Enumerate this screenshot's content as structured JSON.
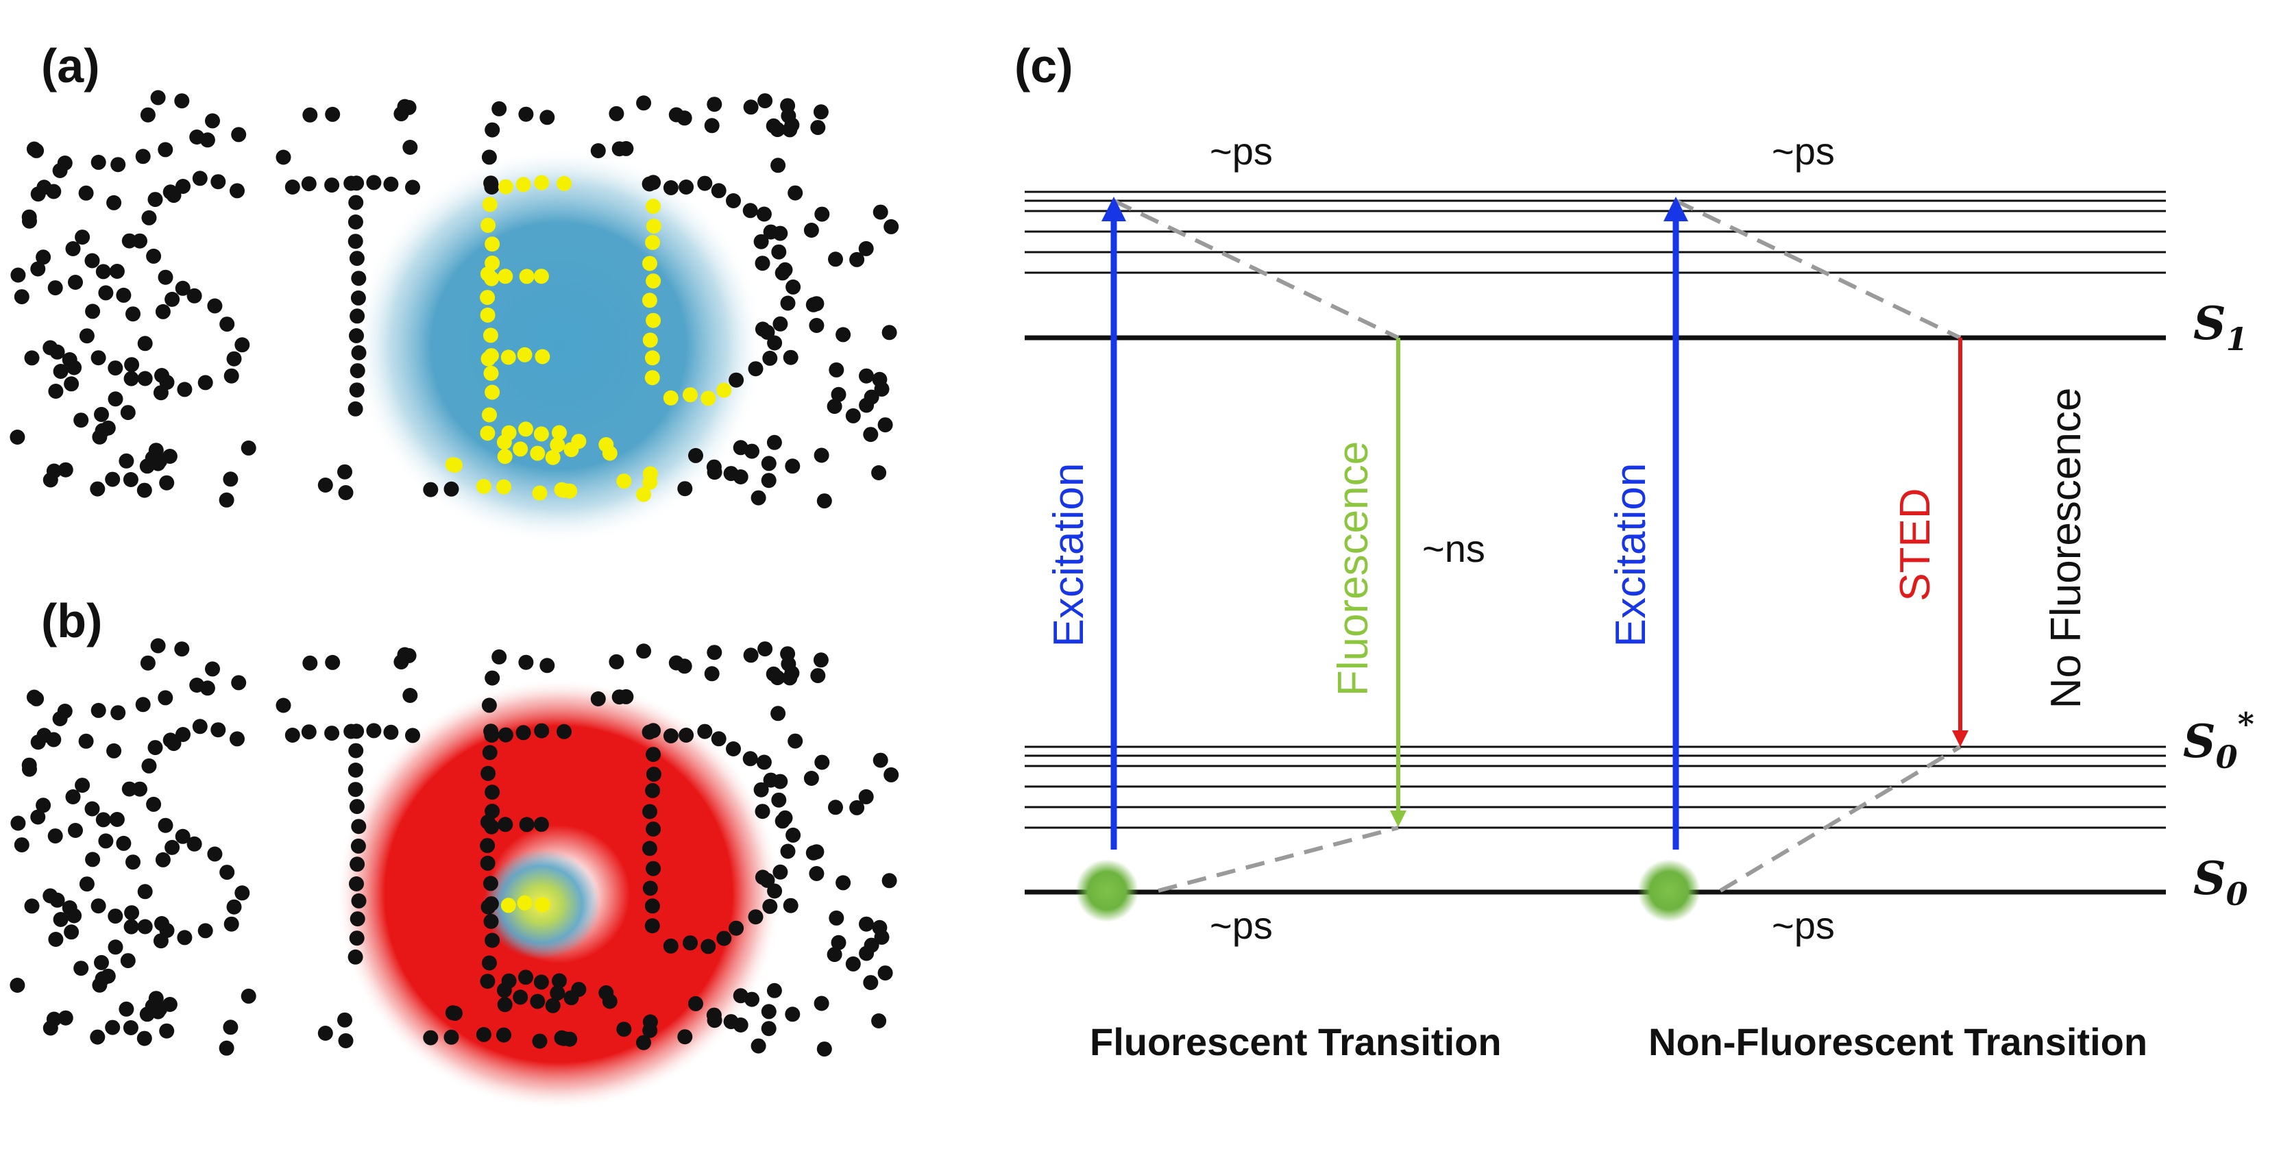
{
  "panel_labels": {
    "a": "(a)",
    "b": "(b)",
    "c": "(c)"
  },
  "time_labels": {
    "ps": "~ps",
    "ns": "~ns"
  },
  "transitions": {
    "excitation": "Excitation",
    "fluorescence": "Fluorescence",
    "sted": "STED",
    "no_fluorescence": "No Fluorescence"
  },
  "states": {
    "s1": {
      "letter": "S",
      "subscript": "1",
      "superscript": ""
    },
    "s0_star": {
      "letter": "S",
      "subscript": "0",
      "superscript": "*"
    },
    "s0": {
      "letter": "S",
      "subscript": "0",
      "superscript": ""
    }
  },
  "captions": {
    "left": "Fluorescent Transition",
    "right": "Non-Fluorescent Transition"
  },
  "colors": {
    "excitation": "#1736e6",
    "fluorescence": "#8cc63f",
    "sted": "#e01b1b",
    "dashed": "#9a9a9a",
    "molecule": "#6db33f",
    "excitation_spot": "#4a9fc7",
    "depletion_ring": "#e81717",
    "emitting_dot": "#f4f000",
    "dark_dot": "#111111"
  }
}
